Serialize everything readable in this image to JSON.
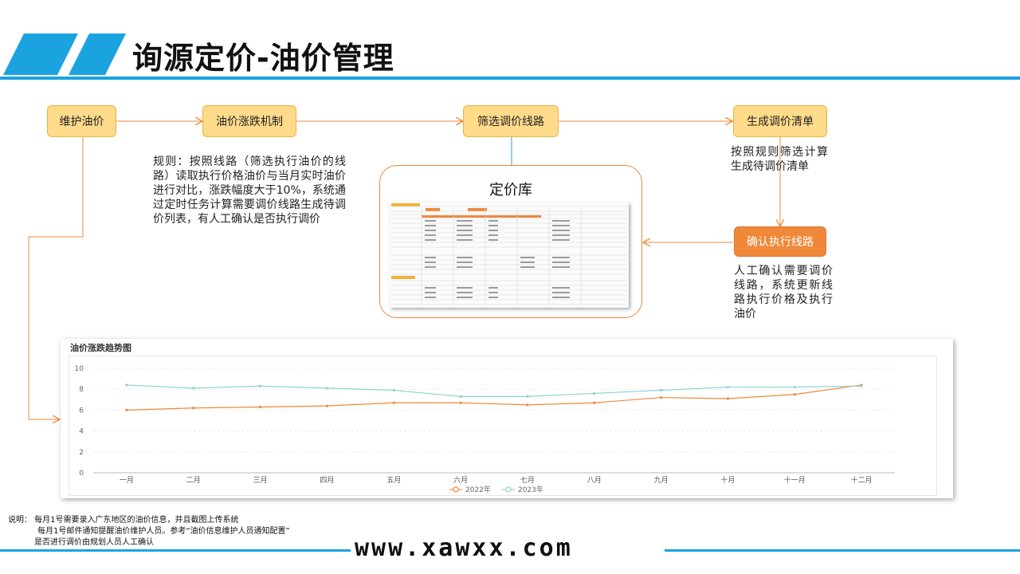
{
  "header": {
    "title": "询源定价-油价管理"
  },
  "flow": {
    "step1": "维护油价",
    "step2": "油价涨跌机制",
    "step3": "筛选调价线路",
    "step4": "生成调价清单",
    "step5": "确认执行线路"
  },
  "notes": {
    "rule": "规则：按照线路（筛选执行油价的线路）读取执行价格油价与当月实时油价进行对比，涨跌幅度大于10%，系统通过定时任务计算需要调价线路生成待调价列表，有人工确认是否执行调价",
    "generate": "按照规则筛选计算生成待调价清单",
    "confirm": "人工确认需要调价线路，系统更新线路执行价格及执行油价"
  },
  "library": {
    "title": "定价库"
  },
  "chart_data": {
    "type": "line",
    "title": "油价涨跌趋势图",
    "categories": [
      "一月",
      "二月",
      "三月",
      "四月",
      "五月",
      "六月",
      "七月",
      "八月",
      "九月",
      "十月",
      "十一月",
      "十二月"
    ],
    "series": [
      {
        "name": "2022年",
        "values": [
          6.0,
          6.2,
          6.3,
          6.4,
          6.7,
          6.7,
          6.5,
          6.7,
          7.2,
          7.1,
          7.5,
          8.4
        ],
        "color": "#f0883a"
      },
      {
        "name": "2023年",
        "values": [
          8.4,
          8.1,
          8.3,
          8.1,
          7.9,
          7.3,
          7.3,
          7.6,
          7.9,
          8.2,
          8.2,
          8.3
        ],
        "color": "#8fd3cf"
      }
    ],
    "ylim": [
      0,
      10
    ],
    "yticks": [
      0,
      2,
      4,
      6,
      8,
      10
    ],
    "grid": true,
    "legend": "bottom"
  },
  "footer": {
    "line1": "说明： 每月1号需要录入广东地区的油价信息，并且截图上传系统",
    "line2": "每月1号邮件通知提醒油价维护人员。参考“油价信息维护人员通知配置”",
    "line3": "是否进行调价由规划人员人工确认",
    "watermark": "www.xawxx.com"
  },
  "colors": {
    "accent": "#1ba3e0",
    "box": "#fddb8a",
    "confirm": "#f0883a",
    "arrow": "#f0883a"
  }
}
